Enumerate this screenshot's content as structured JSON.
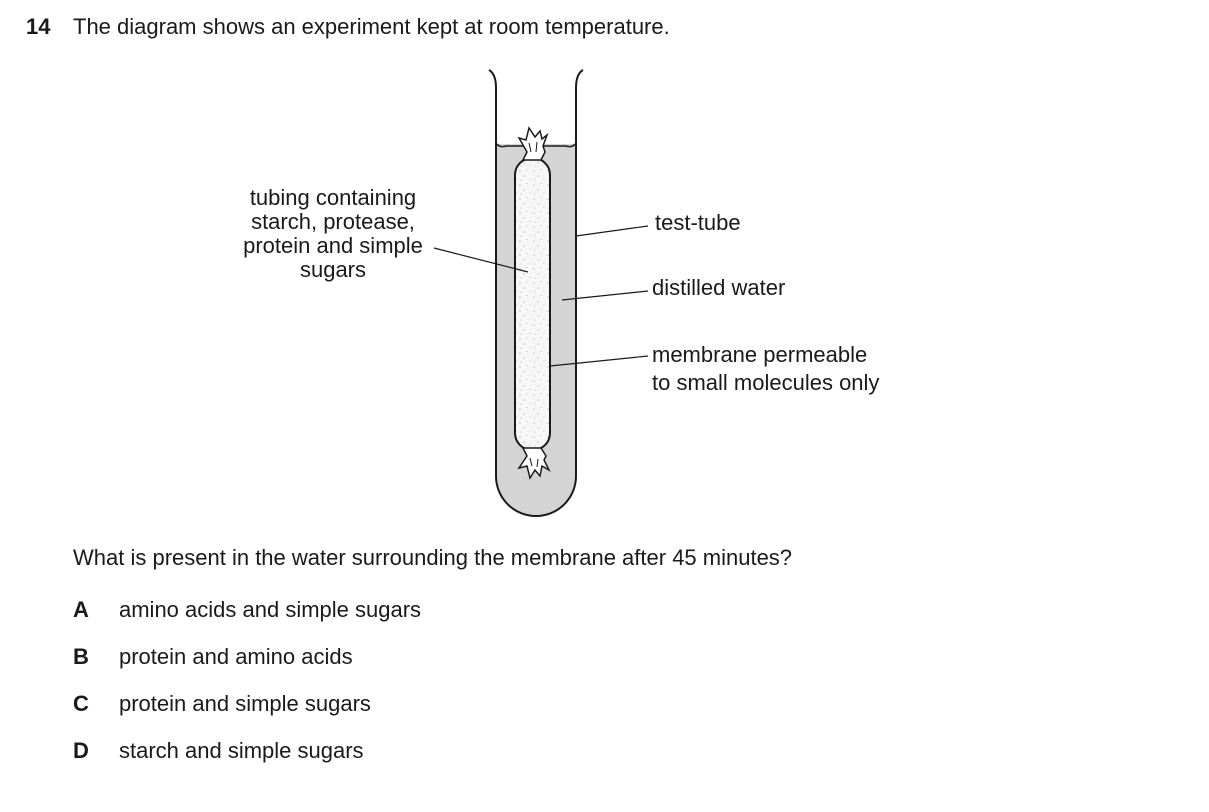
{
  "question": {
    "number": "14",
    "stem": "The diagram shows an experiment kept at room temperature.",
    "prompt": "What is present in the water surrounding the membrane after 45 minutes?"
  },
  "diagram": {
    "labels": {
      "tubing": [
        "tubing containing",
        "starch, protease,",
        "protein and simple",
        "sugars"
      ],
      "test_tube": "test-tube",
      "distilled_water": "distilled water",
      "membrane": [
        "membrane permeable",
        "to small molecules only"
      ]
    }
  },
  "options": [
    {
      "letter": "A",
      "text": "amino acids and simple sugars"
    },
    {
      "letter": "B",
      "text": "protein and amino acids"
    },
    {
      "letter": "C",
      "text": "protein and simple sugars"
    },
    {
      "letter": "D",
      "text": "starch and simple sugars"
    }
  ]
}
